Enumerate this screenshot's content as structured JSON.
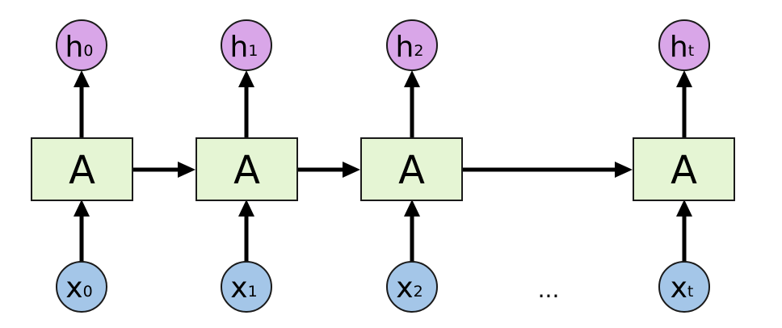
{
  "diagram": {
    "colors": {
      "block_fill": "#e5f5d4",
      "block_stroke": "#1a1a1a",
      "output_fill": "#d9a6e8",
      "input_fill": "#a4c6e8",
      "node_stroke": "#1a1a1a",
      "arrow": "#000000"
    },
    "blocks": [
      {
        "label": "A"
      },
      {
        "label": "A"
      },
      {
        "label": "A"
      },
      {
        "label": "A"
      }
    ],
    "outputs": [
      {
        "var": "h",
        "sub": "0"
      },
      {
        "var": "h",
        "sub": "1"
      },
      {
        "var": "h",
        "sub": "2"
      },
      {
        "var": "h",
        "sub": "t"
      }
    ],
    "inputs": [
      {
        "var": "x",
        "sub": "0"
      },
      {
        "var": "x",
        "sub": "1"
      },
      {
        "var": "x",
        "sub": "2"
      },
      {
        "var": "x",
        "sub": "t"
      }
    ],
    "ellipsis": "..."
  }
}
